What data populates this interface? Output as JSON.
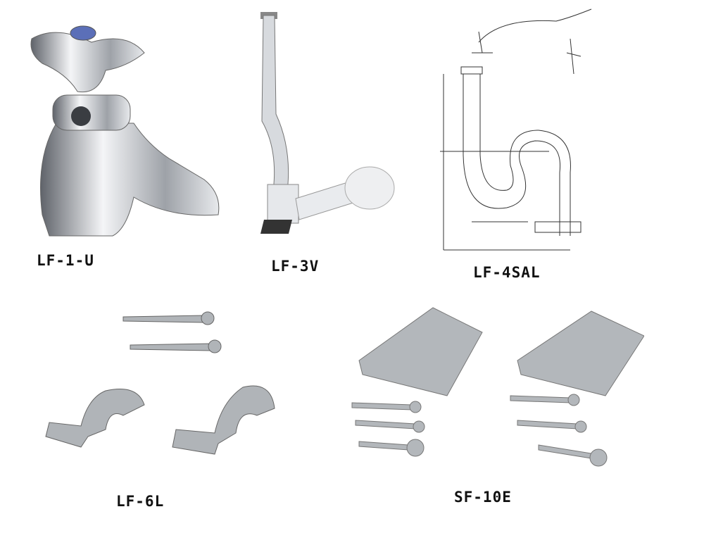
{
  "products": [
    {
      "id": "lf1u",
      "label": "LF-1-U",
      "icon": "faucet-icon"
    },
    {
      "id": "lf3v",
      "label": "LF-3V",
      "icon": "angle-valve-pipe-icon"
    },
    {
      "id": "lf4sal",
      "label": "LF-4SAL",
      "icon": "p-trap-drawing-icon"
    },
    {
      "id": "lf6l",
      "label": "LF-6L",
      "icon": "pipe-clamp-screws-icon"
    },
    {
      "id": "sf10e",
      "label": "SF-10E",
      "icon": "mounting-bracket-screws-icon"
    }
  ],
  "colors": {
    "chrome": "#c9ccd1",
    "chrome_dark": "#6d7178",
    "steel": "#a9adb2",
    "line": "#333333"
  }
}
